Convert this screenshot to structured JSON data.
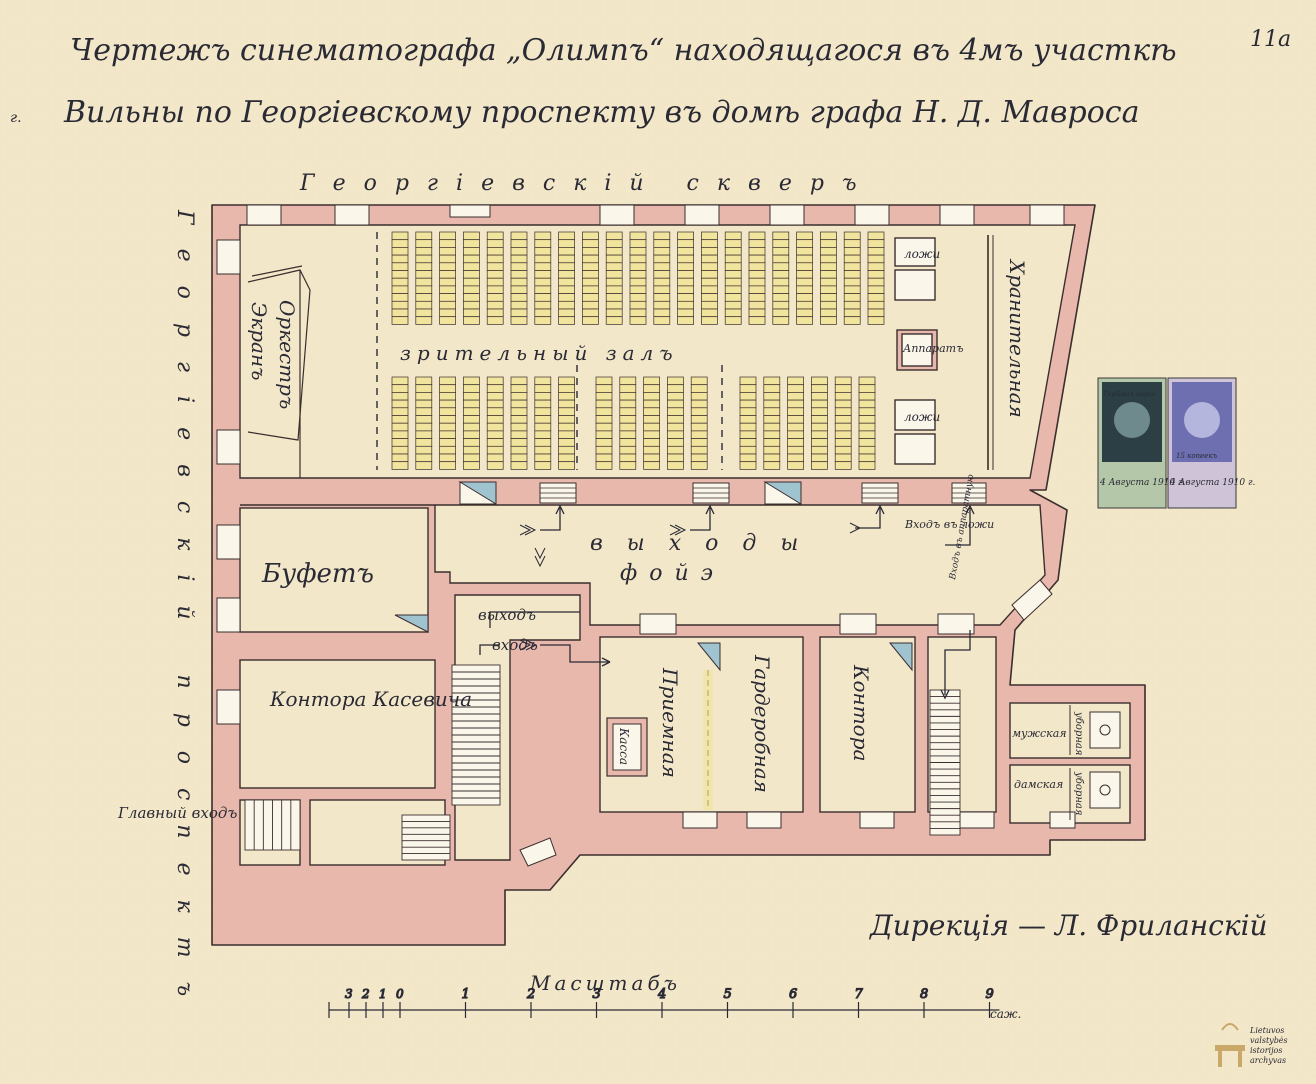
{
  "title": {
    "line1": "Чертежъ синематографа „Олимпъ“ находящагося въ 4мъ участкѣ",
    "line2_prefix": "г.",
    "line2": "Вильны по Георгіевскому проспекту въ домѣ графа Н. Д. Мавроса",
    "sheet_mark": "11а"
  },
  "streets": {
    "top": "Георгіевскій скверъ",
    "left": "Георгіевскій проспектъ"
  },
  "rooms": {
    "screen": "Экранъ",
    "orchestra": "Оркестръ",
    "hall": "зрительный залъ",
    "box_top": "ложи",
    "box_bottom": "ложи",
    "apparatus": "Аппаратъ",
    "storage": "Хранительная",
    "exits": "выходы",
    "foyer": "фойэ",
    "buffet": "Буфетъ",
    "office_kasevich": "Контора Касевича",
    "exit_label": "выходъ",
    "entrance_label": "входъ",
    "main_entrance": "Главный входъ",
    "boxes_entrance": "Входъ въ ложи",
    "boxes_entrance_2": "Входъ въ аппаратную",
    "reception": "Приемная",
    "cashier": "Касса",
    "wardrobe": "Гардеробная",
    "office": "Контора",
    "wc_men": "мужская",
    "wc_women": "дамская",
    "wc_label": "уборная"
  },
  "signature": "Дирекція — Л. Фриланскій",
  "stamps": [
    {
      "text": "Гербовая марка",
      "date": "4 Августа 1910 г.",
      "color": "#2b3f45"
    },
    {
      "text": "15 копеекъ",
      "date": "4 Августа 1910 г.",
      "color": "#6d6fb0"
    }
  ],
  "scale": {
    "title": "Масштабъ",
    "neg_ticks": [
      "3",
      "2",
      "1",
      "0"
    ],
    "ticks": [
      "1",
      "2",
      "3",
      "4",
      "5",
      "6",
      "7",
      "8",
      "9"
    ],
    "unit": "саж."
  },
  "archive": {
    "line1": "Lietuvos",
    "line2": "valstybės",
    "line3": "istorijos",
    "line4": "archyvas"
  },
  "colors": {
    "paper": "#f3e7c9",
    "wall": "#e8b8ad",
    "wall_stroke": "#3a2e2e",
    "seat": "#f1e49c",
    "window": "#fbf6ea",
    "door": "#9fc3cf",
    "ink": "#2a2a35"
  }
}
